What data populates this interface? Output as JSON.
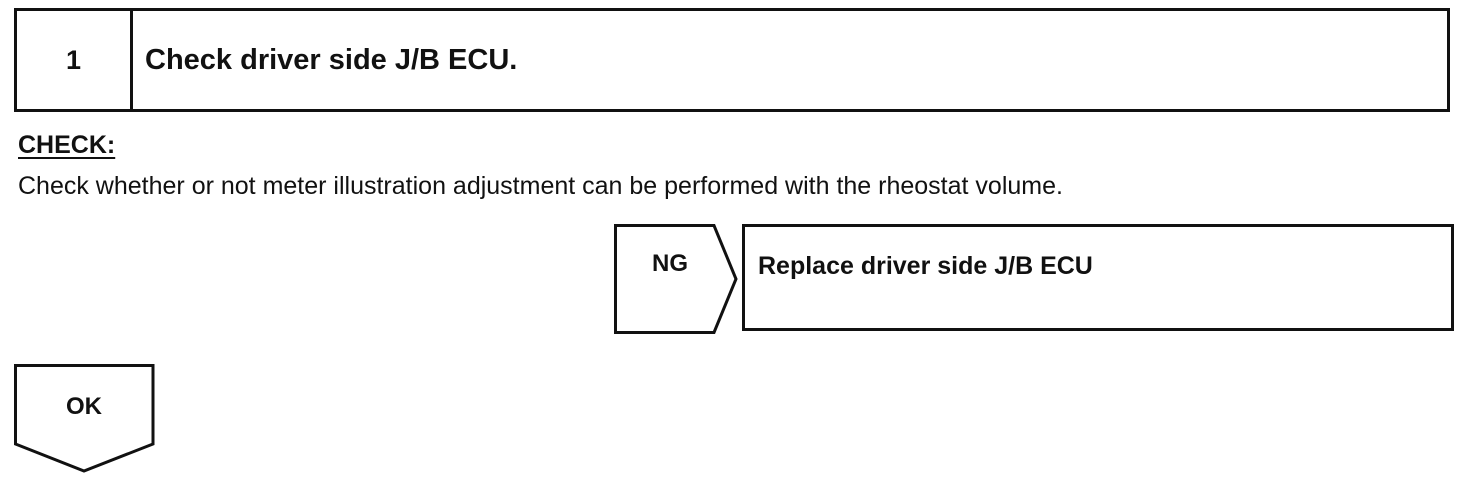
{
  "step": {
    "number": "1",
    "title": "Check driver side J/B ECU."
  },
  "check": {
    "label": "CHECK:",
    "text": "Check whether or not meter illustration adjustment can be performed with the rheostat volume."
  },
  "ng_branch": {
    "label": "NG",
    "action": "Replace driver side J/B ECU"
  },
  "ok_branch": {
    "label": "OK"
  }
}
